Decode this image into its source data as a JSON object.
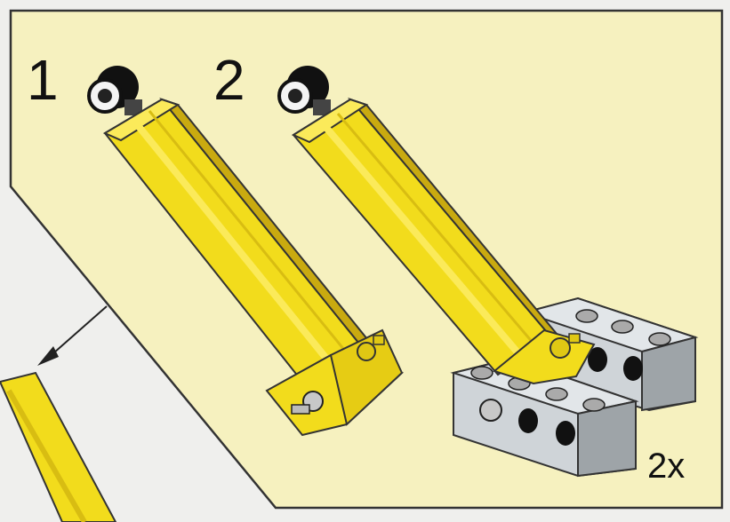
{
  "steps": [
    {
      "number": "1"
    },
    {
      "number": "2"
    }
  ],
  "callout": {
    "quantity": "2x"
  },
  "colors": {
    "panel": "#f6f1bf",
    "background": "#f2f2f0",
    "cylinder_yellow": "#f2dc1c",
    "cylinder_light": "#fbea5a",
    "cylinder_shadow": "#c9aa10",
    "brick_grey": "#cfd4d8",
    "brick_shadow": "#9ea4a8",
    "outline": "#222222"
  },
  "icons": [
    "pneumatic-cylinder-icon",
    "technic-brick-icon",
    "pointer-arrow-icon"
  ]
}
